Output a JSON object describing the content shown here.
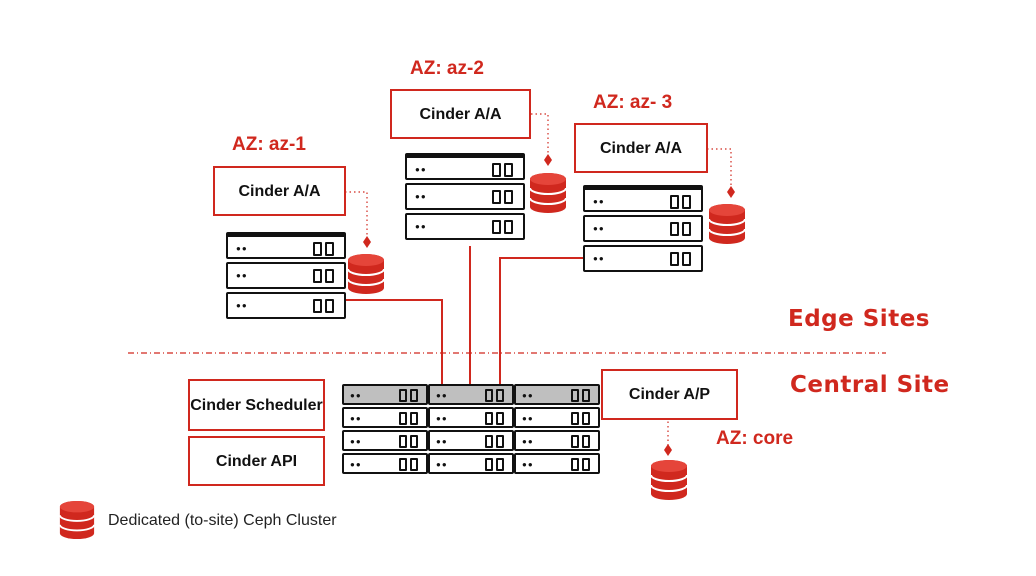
{
  "title": "",
  "site_labels": {
    "edge": "Edge Sites",
    "central": "Central Site"
  },
  "zones": [
    {
      "id": "az-1",
      "label": "AZ: az-1",
      "service": "Cinder A/A"
    },
    {
      "id": "az-2",
      "label": "AZ: az-2",
      "service": "Cinder A/A"
    },
    {
      "id": "az-3",
      "label": "AZ: az- 3",
      "service": "Cinder A/A"
    },
    {
      "id": "core",
      "label": "AZ: core",
      "service": "Cinder A/P"
    }
  ],
  "central_services": {
    "scheduler": "Cinder Scheduler",
    "api": "Cinder API"
  },
  "legend": {
    "icon": "red-database-stack-icon",
    "text": "Dedicated (to-site) Ceph Cluster"
  },
  "colors": {
    "accent": "#d0281e",
    "server_outline": "#111111",
    "core_header": "#bfbfbf"
  }
}
